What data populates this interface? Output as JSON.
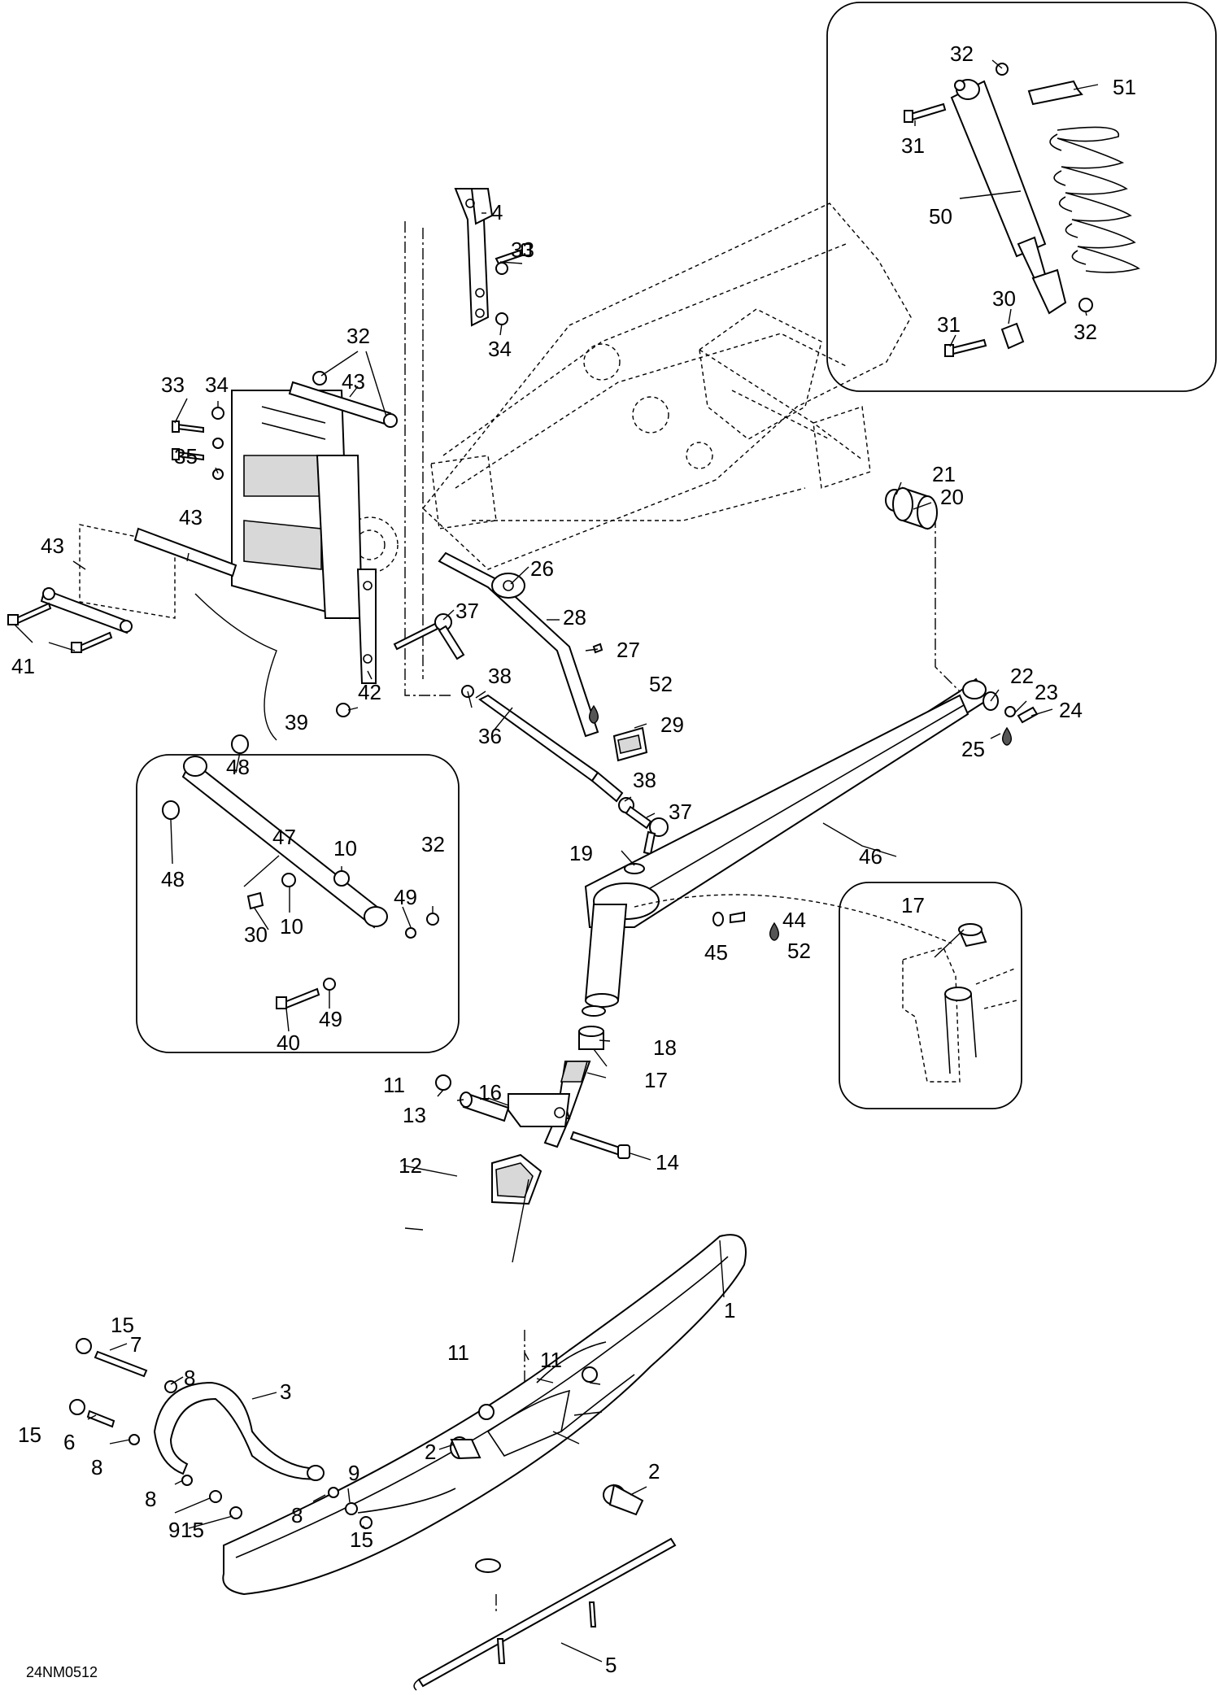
{
  "diagram_code": "24NM0512",
  "callouts": [
    {
      "id": "c1",
      "text": "1"
    },
    {
      "id": "c2a",
      "text": "2"
    },
    {
      "id": "c2b",
      "text": "2"
    },
    {
      "id": "c3",
      "text": "3"
    },
    {
      "id": "c4",
      "text": "4"
    },
    {
      "id": "c5",
      "text": "5"
    },
    {
      "id": "c6",
      "text": "6"
    },
    {
      "id": "c7",
      "text": "7"
    },
    {
      "id": "c8a",
      "text": "8"
    },
    {
      "id": "c8b",
      "text": "8"
    },
    {
      "id": "c8c",
      "text": "8"
    },
    {
      "id": "c8d",
      "text": "8"
    },
    {
      "id": "c9a",
      "text": "9"
    },
    {
      "id": "c9b",
      "text": "9"
    },
    {
      "id": "c10a",
      "text": "10"
    },
    {
      "id": "c10b",
      "text": "10"
    },
    {
      "id": "c11a",
      "text": "11"
    },
    {
      "id": "c11b",
      "text": "11"
    },
    {
      "id": "c11c",
      "text": "11"
    },
    {
      "id": "c12",
      "text": "12"
    },
    {
      "id": "c13",
      "text": "13"
    },
    {
      "id": "c14",
      "text": "14"
    },
    {
      "id": "c15a",
      "text": "15"
    },
    {
      "id": "c15b",
      "text": "15"
    },
    {
      "id": "c15c",
      "text": "15"
    },
    {
      "id": "c15d",
      "text": "15"
    },
    {
      "id": "c16",
      "text": "16"
    },
    {
      "id": "c17a",
      "text": "17"
    },
    {
      "id": "c17b",
      "text": "17"
    },
    {
      "id": "c18",
      "text": "18"
    },
    {
      "id": "c19",
      "text": "19"
    },
    {
      "id": "c20",
      "text": "20"
    },
    {
      "id": "c21",
      "text": "21"
    },
    {
      "id": "c22",
      "text": "22"
    },
    {
      "id": "c23",
      "text": "23"
    },
    {
      "id": "c24",
      "text": "24"
    },
    {
      "id": "c25",
      "text": "25"
    },
    {
      "id": "c26",
      "text": "26"
    },
    {
      "id": "c27",
      "text": "27"
    },
    {
      "id": "c28",
      "text": "28"
    },
    {
      "id": "c29",
      "text": "29"
    },
    {
      "id": "c30a",
      "text": "30"
    },
    {
      "id": "c30b",
      "text": "30"
    },
    {
      "id": "c31a",
      "text": "31"
    },
    {
      "id": "c31b",
      "text": "31"
    },
    {
      "id": "c32a",
      "text": "32"
    },
    {
      "id": "c32b",
      "text": "32"
    },
    {
      "id": "c32c",
      "text": "32"
    },
    {
      "id": "c32d",
      "text": "32"
    },
    {
      "id": "c33a",
      "text": "33"
    },
    {
      "id": "c33b",
      "text": "33"
    },
    {
      "id": "c34a",
      "text": "34"
    },
    {
      "id": "c34b",
      "text": "34"
    },
    {
      "id": "c35",
      "text": "35"
    },
    {
      "id": "c36",
      "text": "36"
    },
    {
      "id": "c37a",
      "text": "37"
    },
    {
      "id": "c37b",
      "text": "37"
    },
    {
      "id": "c38a",
      "text": "38"
    },
    {
      "id": "c38b",
      "text": "38"
    },
    {
      "id": "c39",
      "text": "39"
    },
    {
      "id": "c40",
      "text": "40"
    },
    {
      "id": "c41",
      "text": "41"
    },
    {
      "id": "c42",
      "text": "42"
    },
    {
      "id": "c43a",
      "text": "43"
    },
    {
      "id": "c43b",
      "text": "43"
    },
    {
      "id": "c43c",
      "text": "43"
    },
    {
      "id": "c44",
      "text": "44"
    },
    {
      "id": "c45",
      "text": "45"
    },
    {
      "id": "c46",
      "text": "46"
    },
    {
      "id": "c47",
      "text": "47"
    },
    {
      "id": "c48a",
      "text": "48"
    },
    {
      "id": "c48b",
      "text": "48"
    },
    {
      "id": "c49a",
      "text": "49"
    },
    {
      "id": "c49b",
      "text": "49"
    },
    {
      "id": "c50",
      "text": "50"
    },
    {
      "id": "c51",
      "text": "51"
    },
    {
      "id": "c52a",
      "text": "52"
    },
    {
      "id": "c52b",
      "text": "52"
    }
  ]
}
